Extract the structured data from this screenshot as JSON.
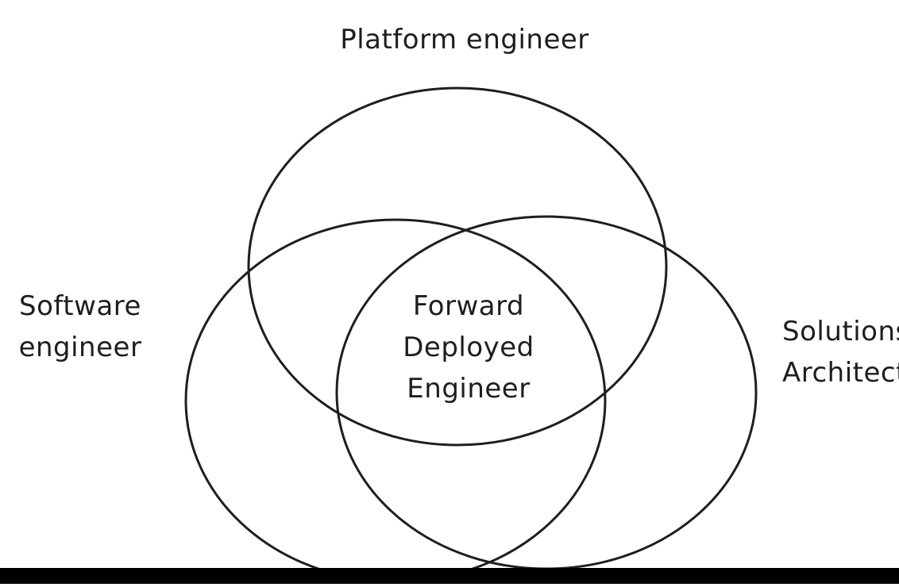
{
  "diagram": {
    "set_top": {
      "label": "Platform engineer"
    },
    "set_left": {
      "lines": [
        "Software",
        "engineer"
      ]
    },
    "set_right": {
      "lines": [
        "Solutions",
        "Architect"
      ]
    },
    "intersection": {
      "lines": [
        "Forward",
        "Deployed",
        "Engineer"
      ]
    }
  },
  "colors": {
    "stroke": "#1e1e1e",
    "background": "#ffffff",
    "bottom_bar": "#000000"
  }
}
